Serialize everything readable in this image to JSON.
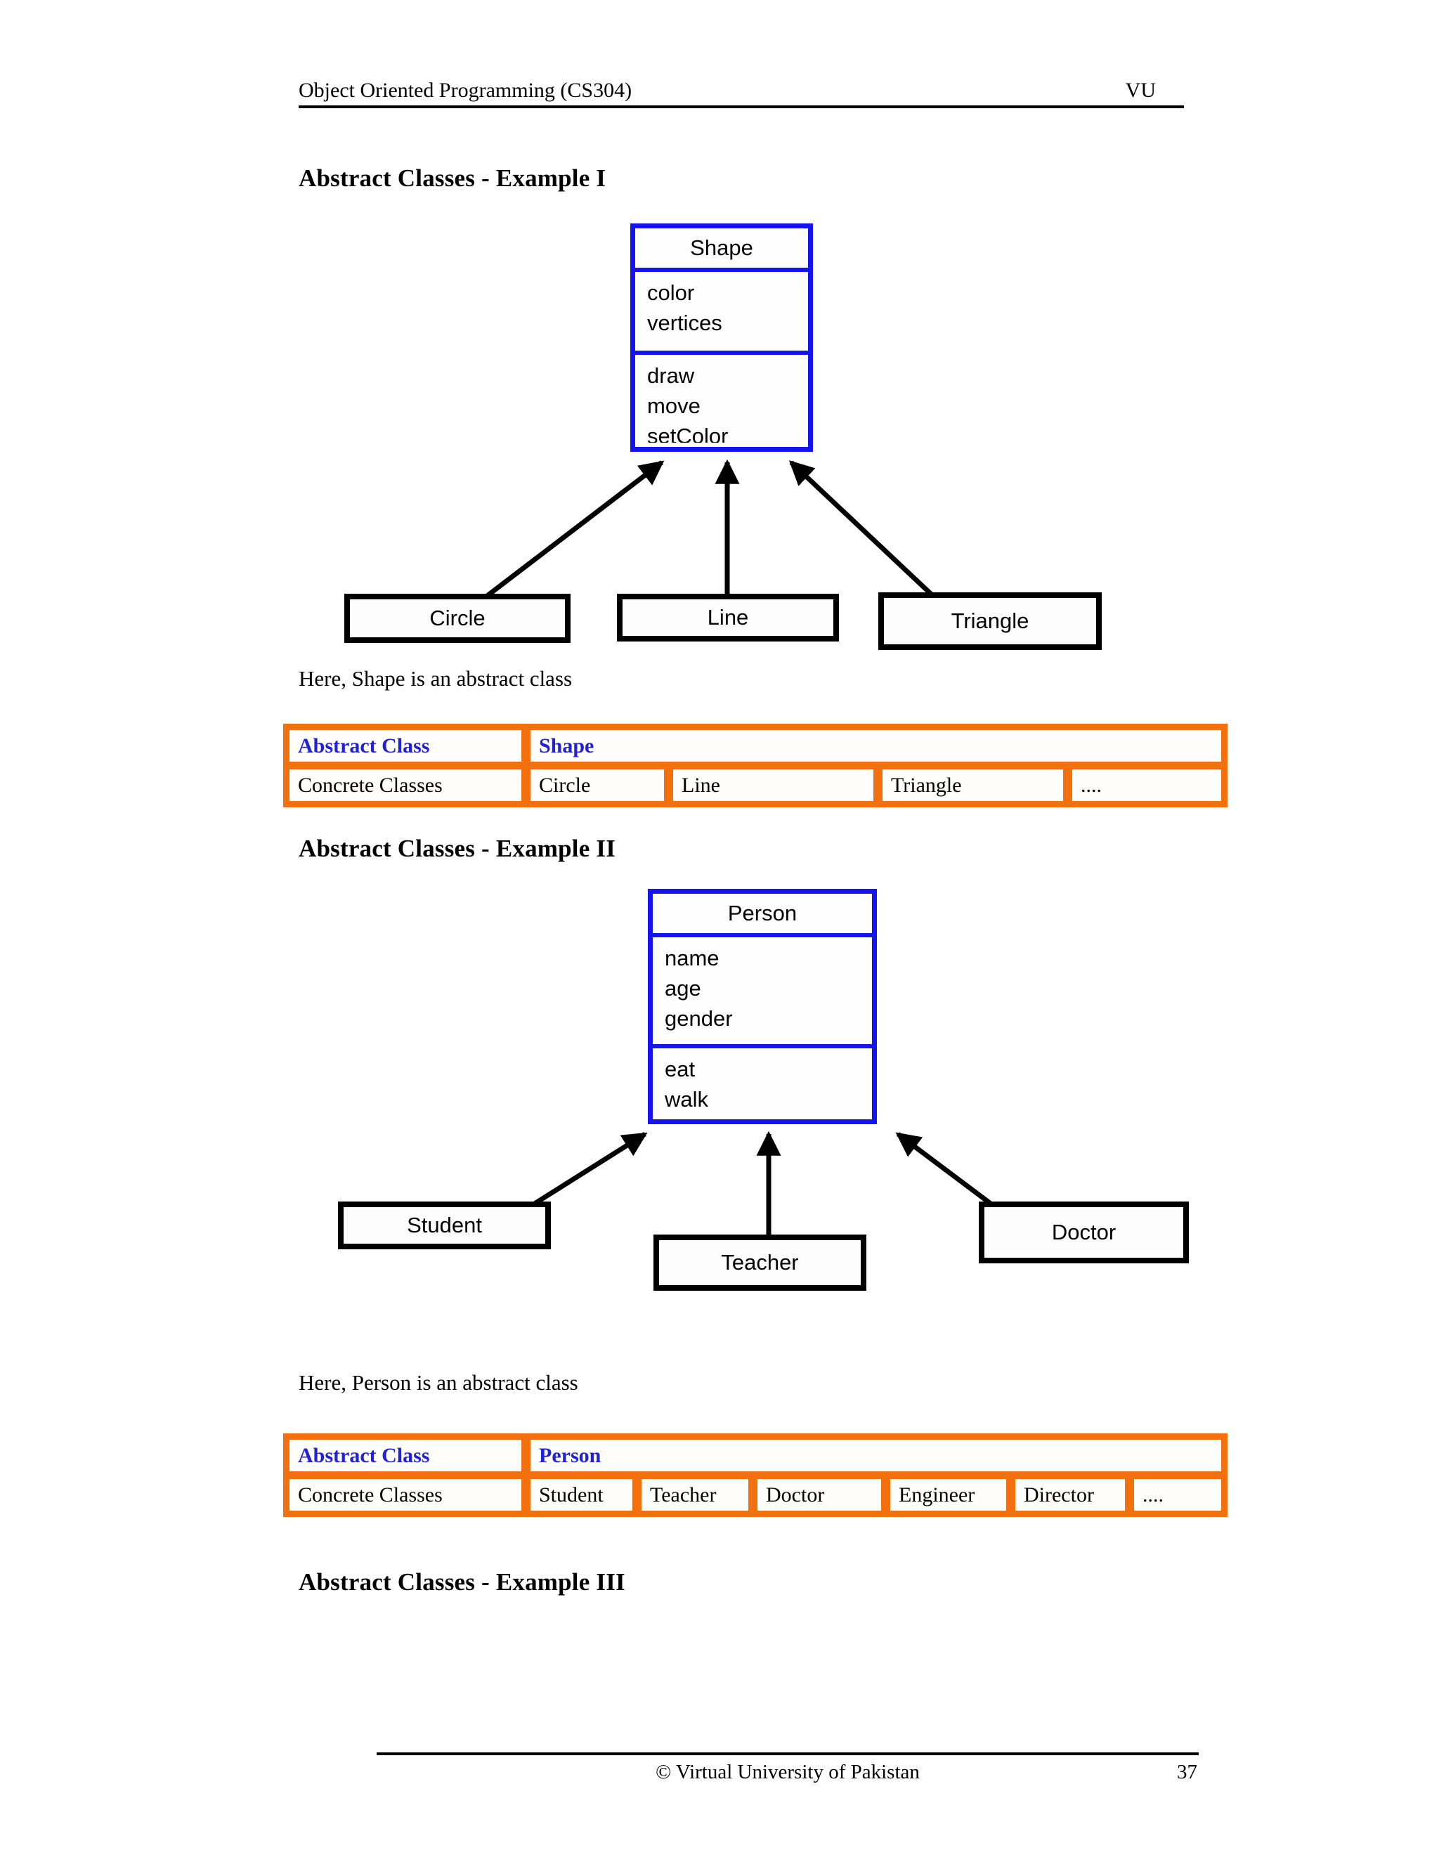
{
  "colors": {
    "blue_border": "#1414f0",
    "blue_text": "#2121d6",
    "orange": "#f2700e"
  },
  "header": {
    "title": "Object Oriented Programming (CS304)",
    "right": "VU"
  },
  "example1": {
    "heading": "Abstract Classes - Example I",
    "uml": {
      "class_name": "Shape",
      "attributes": [
        "color",
        "vertices"
      ],
      "methods": [
        "draw",
        "move",
        "setColor"
      ],
      "subclasses": [
        "Circle",
        "Line",
        "Triangle"
      ]
    },
    "caption": "Here, Shape is an abstract class",
    "table": {
      "abstract_label": "Abstract Class",
      "abstract_value": "Shape",
      "concrete_label": "Concrete Classes",
      "concrete_values": [
        "Circle",
        "Line",
        "Triangle",
        "...."
      ]
    }
  },
  "example2": {
    "heading": "Abstract Classes - Example II",
    "uml": {
      "class_name": "Person",
      "attributes": [
        "name",
        "age",
        "gender"
      ],
      "methods": [
        "eat",
        "walk"
      ],
      "subclasses": [
        "Student",
        "Teacher",
        "Doctor"
      ]
    },
    "caption": "Here, Person is an abstract class",
    "table": {
      "abstract_label": "Abstract Class",
      "abstract_value": "Person",
      "concrete_label": "Concrete Classes",
      "concrete_values": [
        "Student",
        "Teacher",
        "Doctor",
        "Engineer",
        "Director",
        "...."
      ]
    }
  },
  "example3": {
    "heading": "Abstract Classes - Example III"
  },
  "footer": {
    "copyright": "© Virtual University of Pakistan",
    "page_number": "37"
  }
}
